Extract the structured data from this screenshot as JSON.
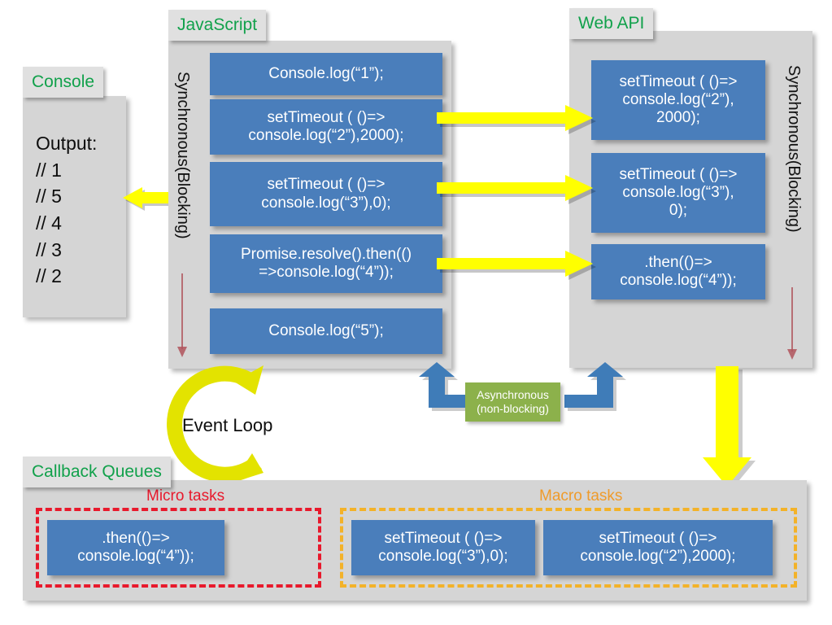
{
  "colors": {
    "panel_gray": "#d5d5d5",
    "tag_gray": "#e0e0e0",
    "tag_green_text": "#11a14b",
    "code_block_blue": "#4a7ebb",
    "arrow_yellow": "#ffff00",
    "arrow_blue": "#4a7ebb",
    "async_green": "#8cb14b",
    "micro_red": "#e8192c",
    "macro_orange": "#f0a22e",
    "thin_arrow_red": "#b04a4a",
    "event_loop_yellow": "#e6e600"
  },
  "console": {
    "tag": "Console",
    "lines": "Output:\n//  1\n//  5\n//  4\n//  3\n//  2"
  },
  "javascript": {
    "tag": "JavaScript",
    "side_caption": "Synchronous(Blocking)",
    "blocks": [
      {
        "text": "Console.log(“1”);"
      },
      {
        "text": "setTimeout ( ()=>\nconsole.log(“2”),2000);"
      },
      {
        "text": "setTimeout ( ()=>\nconsole.log(“3”),0);"
      },
      {
        "text": "Promise.resolve().then(()\n=>console.log(“4”));"
      },
      {
        "text": "Console.log(“5”);"
      }
    ]
  },
  "webapi": {
    "tag": "Web API",
    "side_caption": "Synchronous(Blocking)",
    "blocks": [
      {
        "text": "setTimeout ( ()=>\nconsole.log(“2”),\n2000);"
      },
      {
        "text": "setTimeout ( ()=>\nconsole.log(“3”),\n0);"
      },
      {
        "text": ".then(()=>\nconsole.log(“4”));"
      }
    ]
  },
  "async_label": {
    "line1": "Asynchronous",
    "line2": "(non-blocking)"
  },
  "event_loop": {
    "label": "Event Loop"
  },
  "callback_queues": {
    "tag": "Callback Queues",
    "micro": {
      "title": "Micro tasks",
      "blocks": [
        {
          "text": ".then(()=>\nconsole.log(“4”));"
        }
      ]
    },
    "macro": {
      "title": "Macro tasks",
      "blocks": [
        {
          "text": "setTimeout ( ()=>\nconsole.log(“3”),0);"
        },
        {
          "text": "setTimeout ( ()=>\nconsole.log(“2”),2000);"
        }
      ]
    }
  }
}
